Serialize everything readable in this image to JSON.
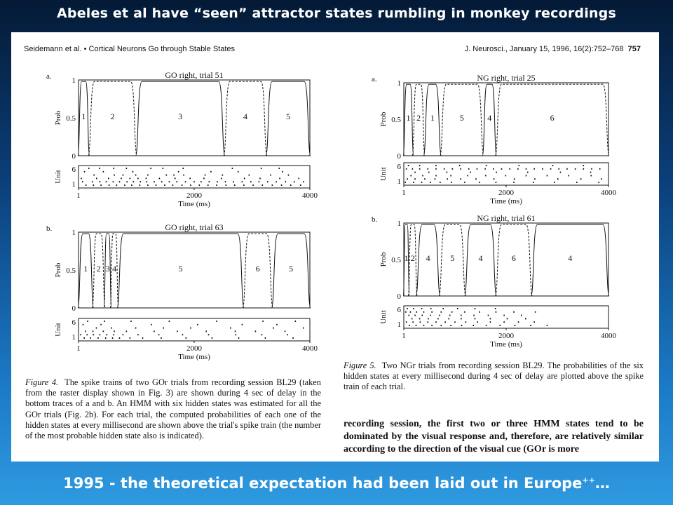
{
  "slide": {
    "title": "Abeles et al have “seen” attractor states rumbling in monkey recordings",
    "footer_main": "1995   -   the theoretical expectation had been laid out in Europe",
    "footer_sup": "++",
    "footer_tail": "…"
  },
  "paper": {
    "header_left": "Seidemann et al. • Cortical Neurons Go through Stable States",
    "header_right": "J. Neurosci., January 15, 1996, 16(2):752–768",
    "header_page": "757",
    "fig4_label": "Figure 4.",
    "fig4_text": "The spike trains of two GOr trials from recording session BL29 (taken from the raster display shown in Fig. 3) are shown during 4 sec of delay in the bottom traces of a and b. An HMM with six hidden states was estimated for all the GOr trials (Fig. 2b). For each trial, the computed probabilities of each one of the hidden states at every millisecond are shown above the trial's spike train (the number of the most probable hidden state also is indicated).",
    "fig5_label": "Figure 5.",
    "fig5_text": "Two NGr trials from recording session BL29. The probabilities of the six hidden states at every millisecond during 4 sec of delay are plotted above the spike train of each trial.",
    "body_text": "recording session, the first two or three HMM states tend to be dominated by the visual response and, therefore, are relatively similar according to the direction of the visual cue (GOr is more"
  },
  "chart_data": [
    {
      "type": "line",
      "panel_letter": "a.",
      "title": "GO right, trial 51",
      "ylabel": "Prob",
      "yticks": [
        "0",
        "0.5",
        "1"
      ],
      "ylim": [
        0,
        1
      ],
      "xlabel": "Time (ms)",
      "xticks": [
        "1",
        "2000",
        "4000"
      ],
      "xlim": [
        1,
        4000
      ],
      "raster_ylabel": "Unit",
      "raster_yticks": [
        "6",
        "1"
      ],
      "states": [
        {
          "label": "1",
          "start": 1,
          "end": 180
        },
        {
          "label": "2",
          "start": 180,
          "end": 1000
        },
        {
          "label": "3",
          "start": 1000,
          "end": 2520
        },
        {
          "label": "4",
          "start": 2520,
          "end": 3250
        },
        {
          "label": "5",
          "start": 3250,
          "end": 4000
        }
      ],
      "spikes": [
        [
          170,
          355,
          600,
          820,
          1240,
          1450,
          1800,
          2650,
          3150,
          3460
        ],
        [
          95,
          420,
          930,
          1720,
          2280,
          2750,
          3520
        ],
        [
          260,
          610,
          760,
          980,
          1190,
          1510,
          1640,
          1810,
          2180,
          2480,
          2940,
          3310,
          3620
        ],
        [
          40,
          305,
          510,
          730,
          880,
          1020,
          1160,
          1390,
          1660,
          1920,
          2160,
          2460,
          2860,
          3130,
          3470,
          3800
        ],
        [
          60,
          230,
          360,
          470,
          590,
          700,
          830,
          940,
          1060,
          1170,
          1300,
          1430,
          1560,
          1690,
          1840,
          1990,
          2110,
          2250,
          2390,
          2530,
          2670,
          2820,
          2970,
          3110,
          3260,
          3410,
          3570,
          3720,
          3880
        ],
        [
          120,
          250,
          380,
          520,
          650,
          790,
          910,
          1050,
          1190,
          1330,
          1480,
          1620,
          1780,
          1930,
          2080,
          2230,
          2380,
          2540,
          2690,
          2850,
          3010,
          3170,
          3340,
          3500,
          3660,
          3830
        ]
      ]
    },
    {
      "type": "line",
      "panel_letter": "b.",
      "title": "GO right, trial 63",
      "ylabel": "Prob",
      "yticks": [
        "0",
        "0.5",
        "1"
      ],
      "ylim": [
        0,
        1
      ],
      "xlabel": "Time (ms)",
      "xticks": [
        "1",
        "2000",
        "4000"
      ],
      "xlim": [
        1,
        4000
      ],
      "raster_ylabel": "Unit",
      "raster_yticks": [
        "6",
        "1"
      ],
      "states": [
        {
          "label": "1",
          "start": 1,
          "end": 250
        },
        {
          "label": "2",
          "start": 250,
          "end": 450
        },
        {
          "label": "3",
          "start": 450,
          "end": 560
        },
        {
          "label": "4",
          "start": 560,
          "end": 680
        },
        {
          "label": "5",
          "start": 680,
          "end": 2850
        },
        {
          "label": "6",
          "start": 2850,
          "end": 3350
        },
        {
          "label": "5",
          "start": 3350,
          "end": 4000
        }
      ],
      "spikes": [
        [
          150,
          440,
          900,
          1560,
          2380,
          3180,
          3740
        ],
        [
          70,
          380,
          1250,
          2050,
          2820,
          3420
        ],
        [
          300,
          560,
          980,
          1460,
          1930,
          2620,
          3360,
          3880
        ],
        [
          110,
          240,
          420,
          610,
          820,
          1300,
          1700,
          2200,
          2700,
          3050,
          3560
        ],
        [
          30,
          140,
          250,
          360,
          480,
          600,
          760,
          1020,
          1380,
          1790,
          2240,
          2710,
          3160,
          3600
        ],
        [
          90,
          200,
          330,
          460,
          580,
          700,
          880,
          1100,
          1420,
          1850,
          2300,
          2760,
          3220,
          3700
        ]
      ]
    },
    {
      "type": "line",
      "panel_letter": "a.",
      "title": "NG right, trial 25",
      "ylabel": "Prob",
      "yticks": [
        "0",
        "0.5",
        "1"
      ],
      "ylim": [
        0,
        1
      ],
      "xlabel": "Time (ms)",
      "xticks": [
        "1",
        "2000",
        "4000"
      ],
      "xlim": [
        1,
        4000
      ],
      "raster_ylabel": "Unit",
      "raster_yticks": [
        "6",
        "1"
      ],
      "states": [
        {
          "label": "1",
          "start": 1,
          "end": 180
        },
        {
          "label": "2",
          "start": 180,
          "end": 400
        },
        {
          "label": "1",
          "start": 400,
          "end": 720
        },
        {
          "label": "5",
          "start": 720,
          "end": 1550
        },
        {
          "label": "4",
          "start": 1550,
          "end": 1800
        },
        {
          "label": "6",
          "start": 1800,
          "end": 4000
        }
      ],
      "spikes": [
        [
          80,
          300,
          620,
          1080,
          1600,
          2240,
          2900,
          3500
        ],
        [
          40,
          160,
          300,
          460,
          620,
          780,
          940,
          1100,
          1260,
          1420,
          1580,
          1740,
          1900,
          2060,
          2220,
          2380,
          2540,
          2700,
          2860,
          3020,
          3180,
          3340,
          3500,
          3660,
          3820
        ],
        [
          210,
          480,
          830,
          1290,
          1800,
          2410,
          3050,
          3640
        ],
        [
          130,
          360,
          620,
          910,
          1240,
          1590,
          1980,
          2380,
          2790,
          3210,
          3650
        ],
        [
          60,
          210,
          400,
          600,
          840,
          1100,
          1400,
          1750,
          2150,
          2550,
          3000,
          3450,
          3850
        ],
        [
          20,
          180,
          340,
          510,
          700,
          920,
          1180,
          1470,
          1790,
          2140,
          2520,
          2930,
          3370,
          3800
        ]
      ]
    },
    {
      "type": "line",
      "panel_letter": "b.",
      "title": "NG right, trial 61",
      "ylabel": "Prob",
      "yticks": [
        "0",
        "0.5",
        "1"
      ],
      "ylim": [
        0,
        1
      ],
      "xlabel": "Time (ms)",
      "xticks": [
        "1",
        "2000",
        "4000"
      ],
      "xlim": [
        1,
        4000
      ],
      "raster_ylabel": "Unit",
      "raster_yticks": [
        "6",
        "1"
      ],
      "states": [
        {
          "label": "1",
          "start": 1,
          "end": 100
        },
        {
          "label": "2",
          "start": 100,
          "end": 250
        },
        {
          "label": "4",
          "start": 250,
          "end": 700
        },
        {
          "label": "5",
          "start": 700,
          "end": 1200
        },
        {
          "label": "4",
          "start": 1200,
          "end": 1800
        },
        {
          "label": "6",
          "start": 1800,
          "end": 2500
        },
        {
          "label": "4",
          "start": 2500,
          "end": 4000
        }
      ],
      "spikes": [
        [
          60,
          180,
          340,
          520,
          760,
          1040,
          1380,
          1780
        ],
        [
          30,
          120,
          240,
          380,
          540,
          720,
          930,
          1180,
          1470,
          1790,
          2140,
          2560
        ],
        [
          90,
          210,
          350,
          510,
          690,
          890,
          1110,
          1360,
          1640,
          1950,
          2290
        ],
        [
          150,
          300,
          470,
          660,
          870,
          1110,
          1380,
          1680,
          2010,
          2370
        ],
        [
          40,
          170,
          310,
          460,
          620,
          800,
          990,
          1200,
          1430,
          1680,
          1950,
          2230,
          2540
        ],
        [
          100,
          230,
          380,
          540,
          720,
          910,
          1120,
          1350,
          1600,
          1870,
          2160,
          2470,
          2790
        ]
      ]
    }
  ]
}
